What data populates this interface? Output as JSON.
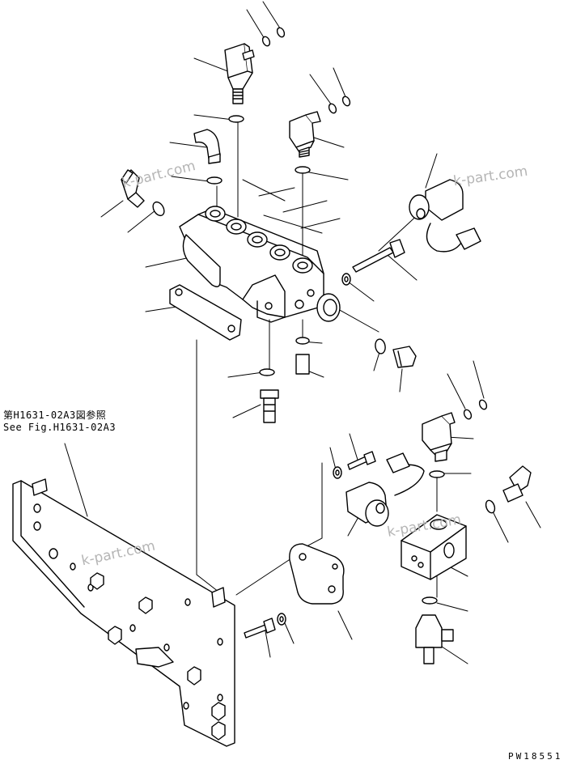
{
  "reference": {
    "line_jp": "第H1631-02A3図参照",
    "line_en": "See Fig.H1631-02A3"
  },
  "drawing_code": "PW18551",
  "watermarks": [
    "k-part.com",
    "k-part.com",
    "k-part.com",
    "k-part.com"
  ]
}
